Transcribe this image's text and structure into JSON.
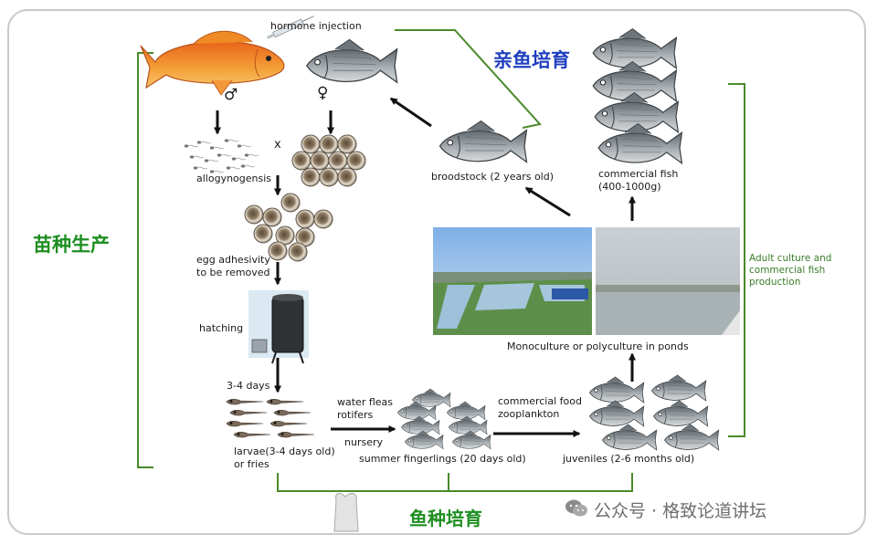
{
  "labels": {
    "hormone_injection": "hormone injection",
    "male_symbol": "♂",
    "female_symbol": "♀",
    "cross": "x",
    "allogynogensis": "allogynogensis",
    "egg_adhesivity": "egg adhesivity\nto be removed",
    "hatching": "hatching",
    "days_3_4": "3-4 days",
    "larvae": "larvae(3-4 days old)\nor fries",
    "water_fleas": "water fleas\nrotifers",
    "nursery": "nursery",
    "summer_fingerlings": "summer fingerlings (20 days old)",
    "commercial_food": "commercial food\nzooplankton",
    "juveniles": "juveniles (2-6 months old)",
    "broodstock": "broodstock (2 years old)",
    "commercial_fish": "commercial fish\n(400-1000g)",
    "monoculture": "Monoculture or polyculture in ponds",
    "adult_culture": "Adult culture and\ncommercial fish\nproduction"
  },
  "chinese_headings": {
    "broodstock_cultivation": "亲鱼培育",
    "seedling_production": "苗种生产",
    "fingerling_cultivation": "鱼种培育"
  },
  "watermark": "公众号 · 格致论道讲坛",
  "colors": {
    "bracket_green": "#4a8a2a",
    "heading_blue": "#1f3fbf",
    "heading_green": "#1e8f22",
    "arrow": "#111111",
    "carp_orange": "#f08a24",
    "crucian_grey": "#8a9096"
  }
}
